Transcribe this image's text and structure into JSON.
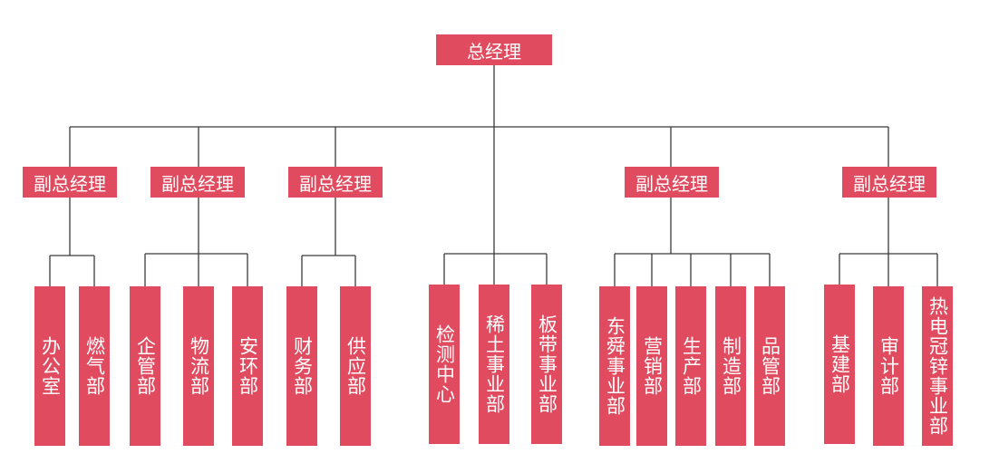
{
  "general_manager": "总经理",
  "groups": [
    {
      "deputy": "副总经理",
      "departments": [
        "办公室",
        "燃气部"
      ]
    },
    {
      "deputy": "副总经理",
      "departments": [
        "企管部",
        "物流部",
        "安环部"
      ]
    },
    {
      "deputy": "副总经理",
      "departments": [
        "财务部",
        "供应部"
      ]
    },
    {
      "deputy": "",
      "departments": [
        "检测中心",
        "稀土事业部",
        "板带事业部"
      ]
    },
    {
      "deputy": "副总经理",
      "departments": [
        "东舜事业部",
        "营销部",
        "生产部",
        "制造部",
        "品管部"
      ]
    },
    {
      "deputy": "副总经理",
      "departments": [
        "基建部",
        "审计部",
        "热电冠锌事业部"
      ]
    }
  ],
  "colors": {
    "box": "#e14b5f",
    "text": "#ffffff",
    "line": "#3a3a3a"
  }
}
